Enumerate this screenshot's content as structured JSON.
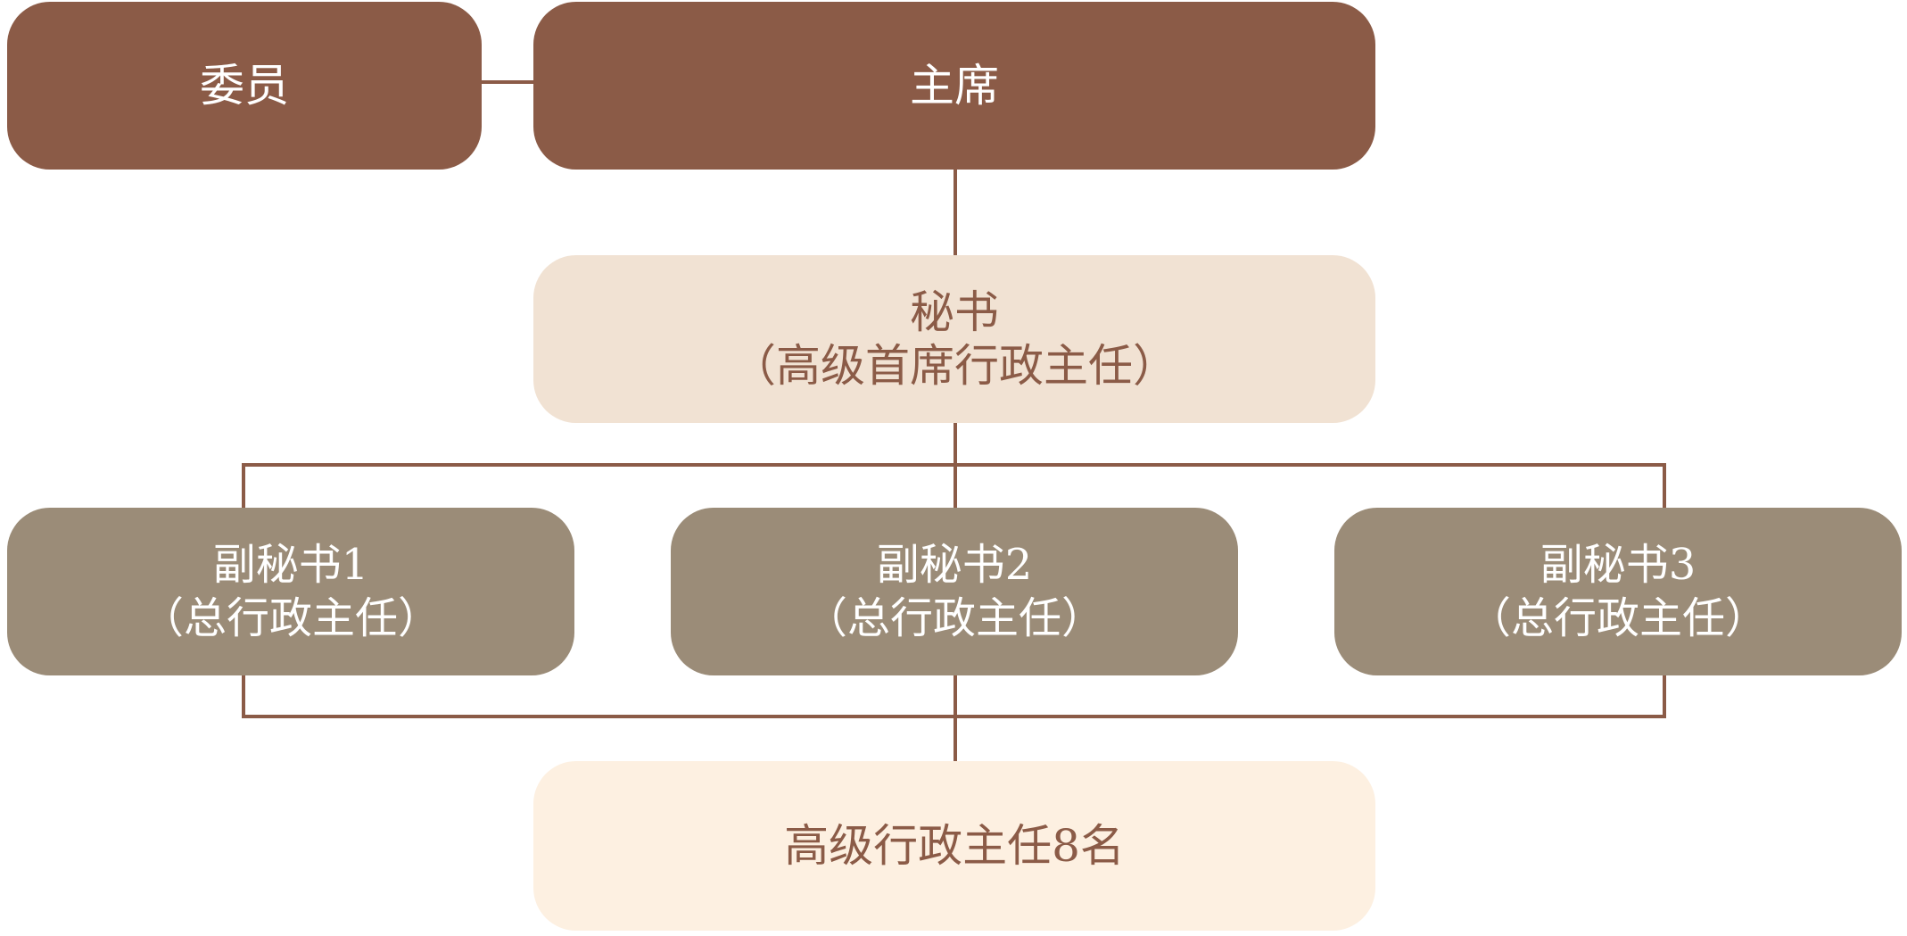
{
  "nodes": {
    "member": {
      "label": "委员"
    },
    "chairman": {
      "label": "主席"
    },
    "secretary": {
      "label": "秘书",
      "sublabel": "（高级首席行政主任）"
    },
    "deputies": [
      {
        "label": "副秘书1",
        "sublabel": "（总行政主任）"
      },
      {
        "label": "副秘书2",
        "sublabel": "（总行政主任）"
      },
      {
        "label": "副秘书3",
        "sublabel": "（总行政主任）"
      }
    ],
    "staff": {
      "label": "高级行政主任8名"
    }
  },
  "colors": {
    "connector": "#8b5b47",
    "top_level": "#8b5b47",
    "secretary": "#f1e2d3",
    "deputy": "#9b8c78",
    "staff": "#fdf0e1"
  }
}
